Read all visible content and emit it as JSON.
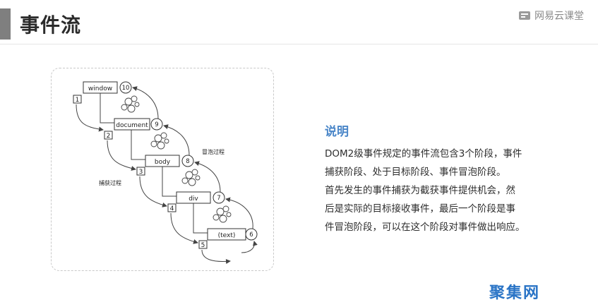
{
  "header": {
    "title": "事件流",
    "brand": "网易云课堂"
  },
  "diagram": {
    "nodes": [
      "window",
      "document",
      "body",
      "div",
      "(text)"
    ],
    "capture_steps": [
      "1",
      "2",
      "3",
      "4",
      "5"
    ],
    "bubble_steps": [
      "6",
      "7",
      "8",
      "9",
      "10"
    ],
    "capture_label": "捕获过程",
    "bubble_label": "冒泡过程"
  },
  "description": {
    "title": "说明",
    "lines": [
      "DOM2级事件规定的事件流包含3个阶段，事件",
      "捕获阶段、处于目标阶段、事件冒泡阶段。",
      "首先发生的事件捕获为截获事件提供机会，然",
      "后是实际的目标接收事件，最后一个阶段是事",
      "件冒泡阶段，可以在这个阶段对事件做出响应。"
    ]
  },
  "watermark": "聚集网",
  "colors": {
    "title_accent": "#7f7f7f",
    "desc_title": "#4a86c8",
    "watermark": "#2a74c6"
  }
}
